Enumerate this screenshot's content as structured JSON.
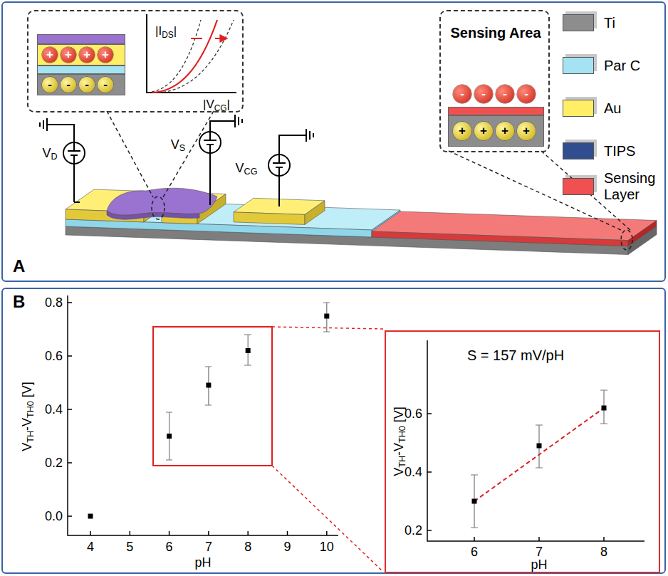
{
  "diagram": {
    "nodes": [
      {
        "text": [
          "A"
        ]
      },
      {
        "text": [
          "|IDS|",
          "|VCG|"
        ],
        "in": 0
      },
      {
        "text": [
          "+"
        ],
        "in": 1
      },
      {
        "text": [
          "+"
        ],
        "in": 1
      },
      {
        "text": [
          "+"
        ],
        "in": 1
      },
      {
        "text": [
          "+"
        ],
        "in": 1
      },
      {
        "text": [
          "-"
        ],
        "in": 1
      },
      {
        "text": [
          "-"
        ],
        "in": 1
      },
      {
        "text": [
          "-"
        ],
        "in": 1
      },
      {
        "text": [
          "-"
        ],
        "in": 1
      },
      {
        "text": [
          "Sensing Area"
        ],
        "in": 0
      },
      {
        "text": [
          "-"
        ],
        "in": 10
      },
      {
        "text": [
          "-"
        ],
        "in": 10
      },
      {
        "text": [
          "-"
        ],
        "in": 10
      },
      {
        "text": [
          "-"
        ],
        "in": 10
      },
      {
        "text": [
          "+"
        ],
        "in": 10
      },
      {
        "text": [
          "+"
        ],
        "in": 10
      },
      {
        "text": [
          "+"
        ],
        "in": 10
      },
      {
        "text": [
          "+"
        ],
        "in": 10
      },
      {
        "text": [
          "B"
        ]
      },
      {
        "text": [
          "S = 157 mV/pH"
        ],
        "in": 19
      }
    ],
    "labels": [
      "VD",
      "VS",
      "VCG",
      "0.8",
      "0.6",
      "0.4",
      "0.2",
      "0.0",
      "4",
      "5",
      "6",
      "7",
      "8",
      "9",
      "10",
      "pH",
      "VTH-VTH0 [V]",
      "0.6",
      "0.4",
      "0.2",
      "6",
      "7",
      "8",
      "pH",
      "VTH-VTH0 [V]"
    ],
    "legend": [
      {
        "text": "Ti",
        "color": "#8d8d8d"
      },
      {
        "text": "Par C",
        "color": "#a6e3f2"
      },
      {
        "text": "Au",
        "color": "#ffee66"
      },
      {
        "text": "TIPS",
        "color": "#2f4d8f"
      },
      {
        "text": "Sensing Layer",
        "color": "#f05050"
      }
    ]
  }
}
